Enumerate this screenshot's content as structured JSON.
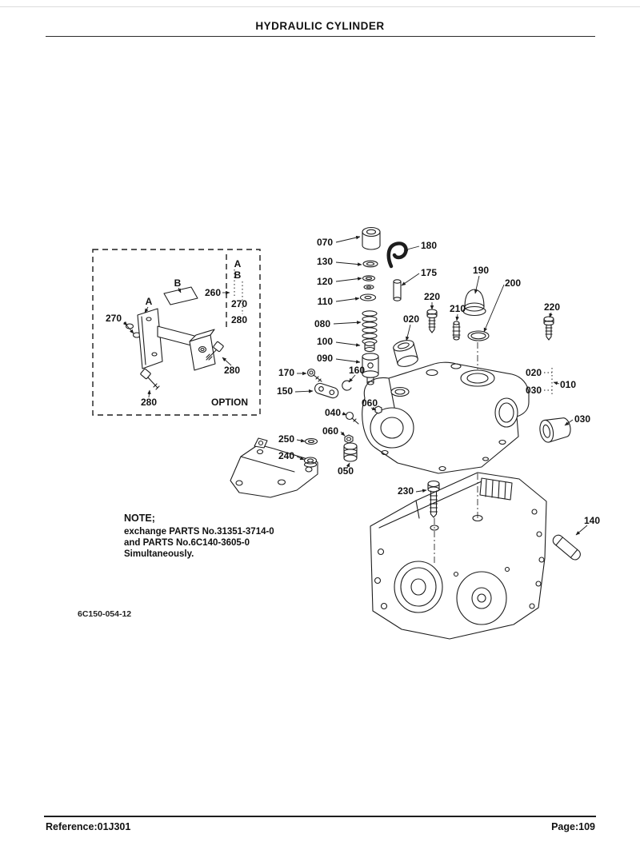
{
  "header": {
    "title": "HYDRAULIC CYLINDER"
  },
  "callouts": {
    "c070": "070",
    "c130": "130",
    "c120": "120",
    "c110": "110",
    "c080": "080",
    "c100": "100",
    "c090": "090",
    "c180": "180",
    "c175": "175",
    "c190": "190",
    "c200": "200",
    "c220_left": "220",
    "c210": "210",
    "c020_left": "020",
    "c220_right": "220",
    "c020_group": "020",
    "c030_group": "030",
    "c010": "010",
    "c030_right": "030",
    "c170": "170",
    "c160": "160",
    "c150": "150",
    "c040": "040",
    "c060_upper": "060",
    "c060_lower": "060",
    "c050": "050",
    "c250": "250",
    "c240": "240",
    "c230": "230",
    "c140": "140"
  },
  "option_box": {
    "title": "OPTION",
    "part_a": "A",
    "part_b": "B",
    "ref_260": "260",
    "list_a": "A",
    "list_b": "B",
    "list_270": "270",
    "list_280": "280",
    "rings_270": "270",
    "bolt_280_right": "280",
    "bolt_280_lower": "280"
  },
  "note": {
    "heading": "NOTE;",
    "lines": [
      "exchange PARTS No.31351-3714-0",
      "and PARTS No.6C140-3605-0",
      "Simultaneously."
    ]
  },
  "figure": {
    "code": "6C150-054-12"
  },
  "footer": {
    "reference": "Reference:01J301",
    "page": "Page:109"
  }
}
